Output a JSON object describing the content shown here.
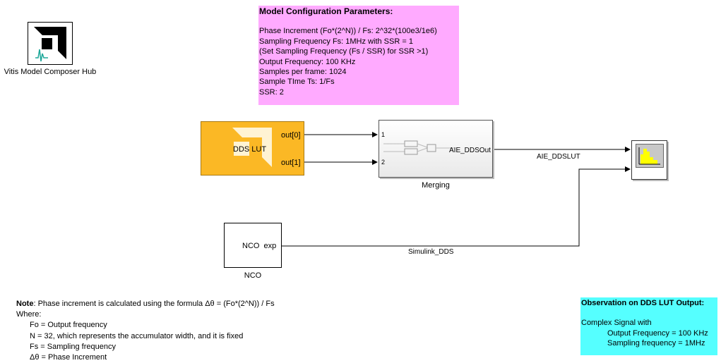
{
  "hub": {
    "label": "Vitis Model Composer Hub"
  },
  "config": {
    "title": "Model Configuration Parameters:",
    "lines": [
      "Phase Increment (Fo*(2^N)) / Fs:   2^32*(100e3/1e6)",
      "Sampling Frequency Fs: 1MHz with SSR = 1",
      "(Set Sampling Frequency (Fs / SSR) for SSR >1)",
      "Output Frequency: 100 KHz",
      "Samples per frame: 1024",
      "Sample TIme Ts: 1/Fs",
      "SSR: 2"
    ]
  },
  "dds": {
    "label": "DDS LUT",
    "out0": "out[0]",
    "out1": "out[1]"
  },
  "merging": {
    "name": "Merging",
    "in1": "1",
    "in2": "2",
    "out": "AIE_DDSOut"
  },
  "signals": {
    "aie": "AIE_DDSLUT",
    "simulink": "Simulink_DDS"
  },
  "nco": {
    "inner": "NCO  exp",
    "name": "NCO"
  },
  "note": {
    "label": "Note",
    "text": ": Phase increment is calculated using the formula Δθ = (Fo*(2^N)) / Fs",
    "where": "Where:",
    "items": [
      "Fo = Output frequency",
      "N = 32, which represents the accumulator width, and it is fixed",
      "Fs = Sampling frequency",
      "Δθ = Phase Increment"
    ]
  },
  "observation": {
    "title": "Observation on DDS LUT Output:",
    "line1": "Complex Signal with",
    "line2": "Output Frequency = 100 KHz",
    "line3": "Sampling frequency  = 1MHz"
  },
  "colors": {
    "config_bg": "#ffaaff",
    "dds_block": "#fbb825",
    "observation_bg": "#55ffff",
    "scope_bars": "#ffff00"
  },
  "icons": [
    "amd-logo-icon",
    "waveform-icon",
    "scope-icon"
  ]
}
